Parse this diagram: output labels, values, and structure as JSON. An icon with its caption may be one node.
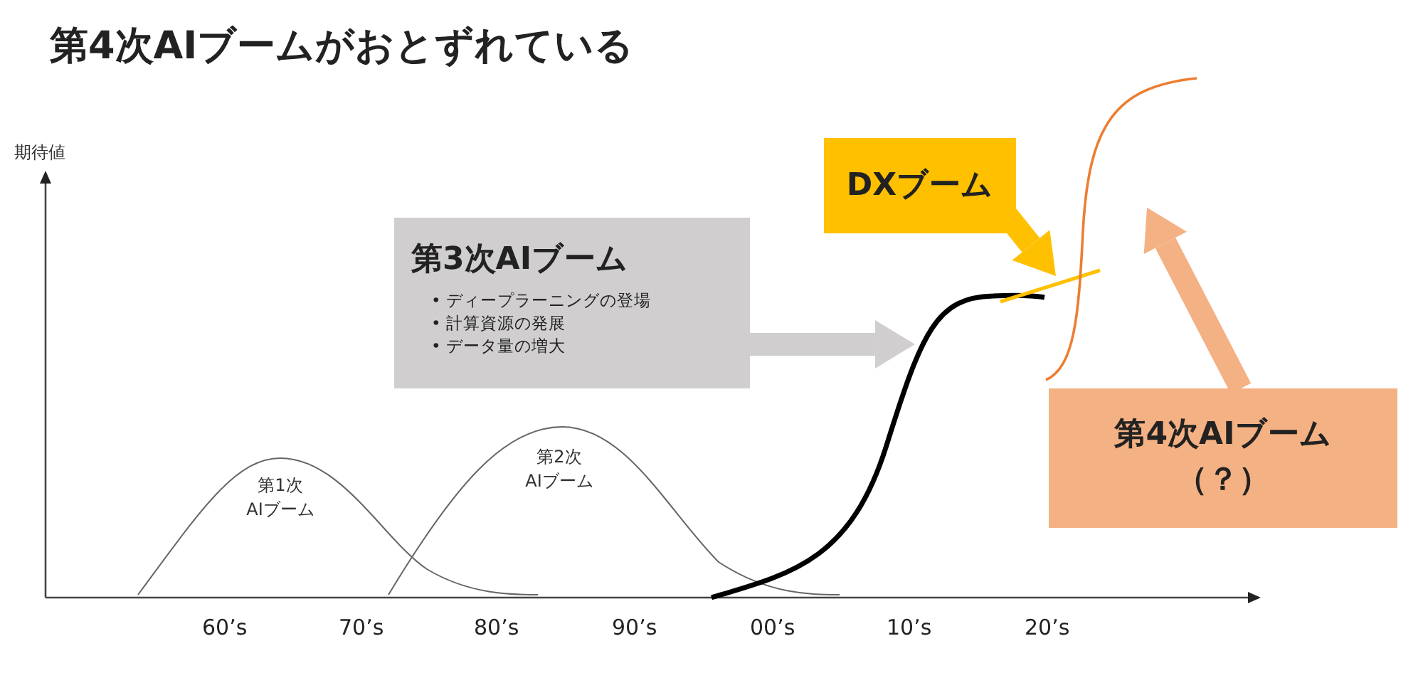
{
  "diagram": {
    "title": "第4次AIブームがおとずれている",
    "nodes": [
      {
        "text": [
          "第3次AIブーム",
          "• ディープラーニングの登場",
          "• 計算資源の発展",
          "• データ量の増大"
        ]
      },
      {
        "text": [],
        "shape": "curve"
      },
      {
        "text": [
          "DXブーム"
        ]
      },
      {
        "text": [],
        "shape": "line"
      },
      {
        "text": [
          "第4次AIブーム（？）"
        ]
      },
      {
        "text": [],
        "shape": "curve"
      }
    ],
    "edges": [
      {
        "from": 0,
        "to": 1,
        "arrow": "to",
        "color": "#d0cece"
      },
      {
        "from": 2,
        "to": 3,
        "arrow": "to",
        "color": "#ffc000"
      },
      {
        "from": 4,
        "to": 5,
        "arrow": "to",
        "color": "#f4b183"
      }
    ],
    "labels": [
      "期待値",
      "第1次 AIブーム",
      "第2次 AIブーム",
      "60’s",
      "70’s",
      "80’s",
      "90’s",
      "00’s",
      "10’s",
      "20’s"
    ]
  }
}
